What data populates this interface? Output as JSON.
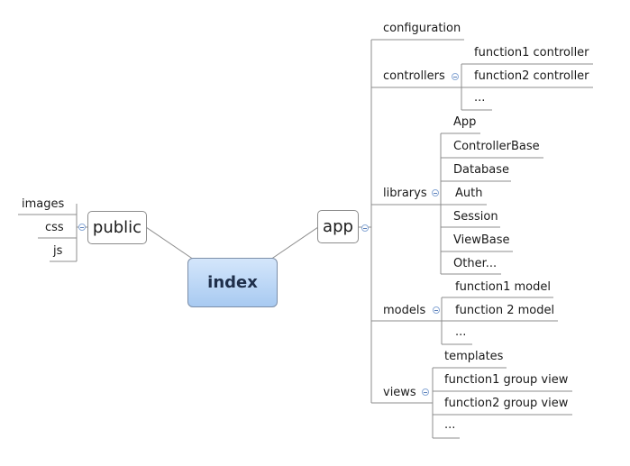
{
  "root": "index",
  "public": {
    "label": "public",
    "children": [
      "images",
      "css",
      "js"
    ]
  },
  "app": {
    "label": "app",
    "configuration": "configuration",
    "controllers": {
      "label": "controllers",
      "children": [
        "function1 controller",
        "function2 controller",
        "..."
      ]
    },
    "librarys": {
      "label": "librarys",
      "children": [
        "App",
        "ControllerBase",
        "Database",
        "Auth",
        "Session",
        "ViewBase",
        "Other..."
      ]
    },
    "models": {
      "label": "models",
      "children": [
        "function1 model",
        "function 2 model",
        "..."
      ]
    },
    "views": {
      "label": "views",
      "children": [
        "templates",
        "function1 group view",
        "function2 group view",
        "..."
      ]
    }
  },
  "colors": {
    "root_fill_top": "#d4e6fb",
    "root_fill_bottom": "#a8caf1",
    "line": "#8c8c8c",
    "collapse_icon": "#5b7fb8"
  }
}
